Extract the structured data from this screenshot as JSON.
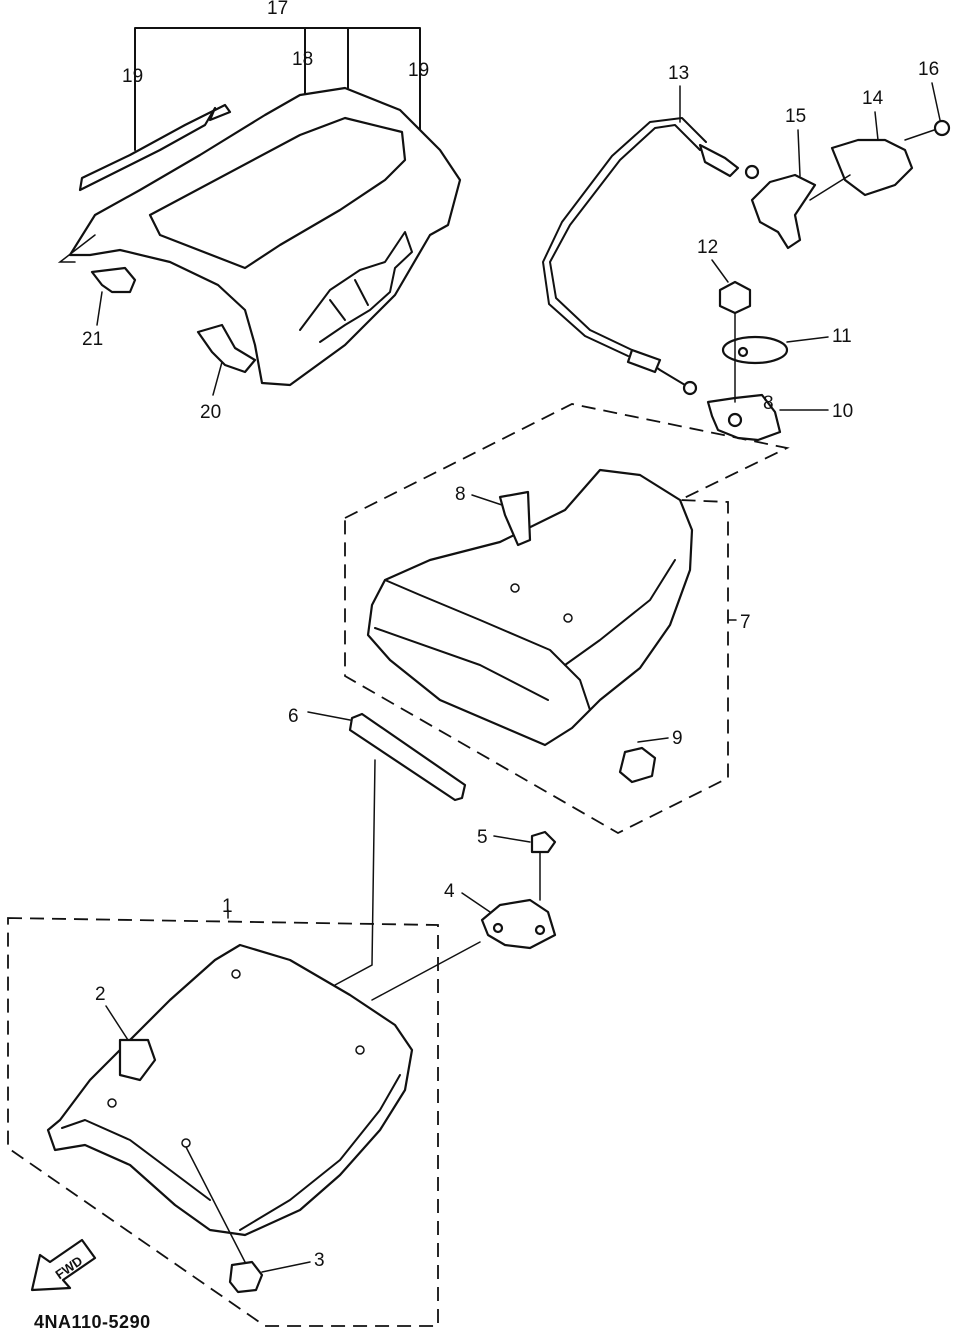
{
  "callouts": {
    "c1": "1",
    "c2": "2",
    "c3": "3",
    "c4": "4",
    "c5": "5",
    "c6": "6",
    "c7": "7",
    "c8a": "8",
    "c8b": "8",
    "c9": "9",
    "c10": "10",
    "c11": "11",
    "c12": "12",
    "c13": "13",
    "c14": "14",
    "c15": "15",
    "c16": "16",
    "c17": "17",
    "c18": "18",
    "c19a": "19",
    "c19b": "19",
    "c20": "20",
    "c21": "21"
  },
  "fwd_label": "FWD",
  "drawing_number": "4NA110-5290"
}
